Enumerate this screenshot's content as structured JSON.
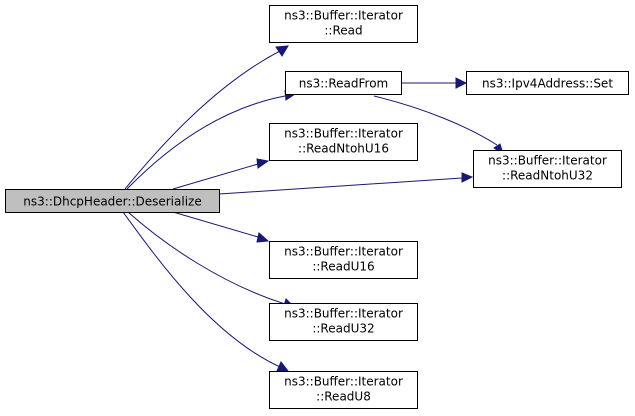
{
  "nodes": {
    "deserialize": {
      "lines": [
        "ns3::DhcpHeader::Deserialize"
      ]
    },
    "read": {
      "lines": [
        "ns3::Buffer::Iterator",
        "::Read"
      ]
    },
    "readfrom": {
      "lines": [
        "ns3::ReadFrom"
      ]
    },
    "ipv4set": {
      "lines": [
        "ns3::Ipv4Address::Set"
      ]
    },
    "readntohu16": {
      "lines": [
        "ns3::Buffer::Iterator",
        "::ReadNtohU16"
      ]
    },
    "readntohu32": {
      "lines": [
        "ns3::Buffer::Iterator",
        "::ReadNtohU32"
      ]
    },
    "readu16": {
      "lines": [
        "ns3::Buffer::Iterator",
        "::ReadU16"
      ]
    },
    "readu32": {
      "lines": [
        "ns3::Buffer::Iterator",
        "::ReadU32"
      ]
    },
    "readu8": {
      "lines": [
        "ns3::Buffer::Iterator",
        "::ReadU8"
      ]
    }
  },
  "edges": [
    {
      "from": "deserialize",
      "to": "read"
    },
    {
      "from": "deserialize",
      "to": "readfrom"
    },
    {
      "from": "deserialize",
      "to": "readntohu16"
    },
    {
      "from": "deserialize",
      "to": "readntohu32"
    },
    {
      "from": "deserialize",
      "to": "readu16"
    },
    {
      "from": "deserialize",
      "to": "readu32"
    },
    {
      "from": "deserialize",
      "to": "readu8"
    },
    {
      "from": "readfrom",
      "to": "ipv4set"
    },
    {
      "from": "readfrom",
      "to": "readntohu32"
    }
  ],
  "colors": {
    "edge": "#191970",
    "root_fill": "#bfbfbf",
    "node_fill": "#ffffff",
    "border": "#000000"
  }
}
